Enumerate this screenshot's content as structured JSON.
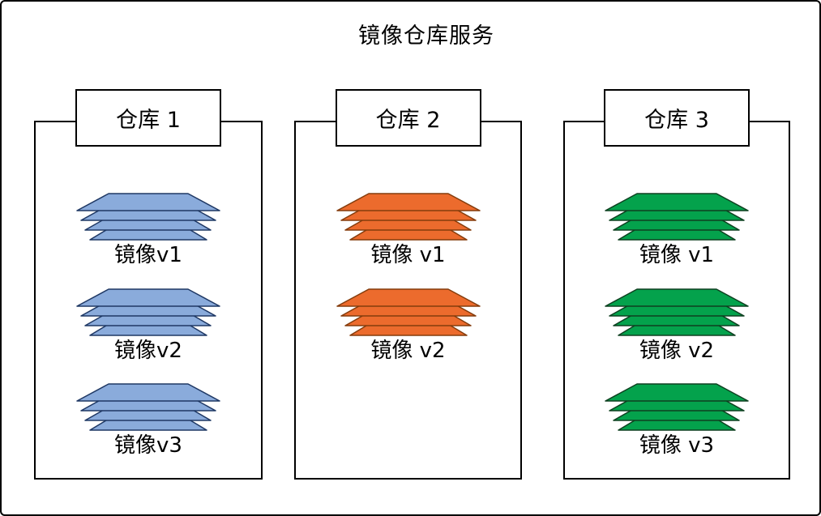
{
  "title": "镜像仓库服务",
  "warehouses": [
    {
      "label": "仓库 1",
      "colors": {
        "fill": "#8AABDB",
        "stroke": "#1F3864"
      },
      "stacks": [
        {
          "label": "镜像v1",
          "icon": "layered-stack-icon",
          "layers": 4
        },
        {
          "label": "镜像v2",
          "icon": "layered-stack-icon",
          "layers": 4
        },
        {
          "label": "镜像v3",
          "icon": "layered-stack-icon",
          "layers": 4
        }
      ]
    },
    {
      "label": "仓库 2",
      "colors": {
        "fill": "#EC6B2D",
        "stroke": "#843C0C"
      },
      "stacks": [
        {
          "label": "镜像 v1",
          "icon": "layered-stack-icon",
          "layers": 4
        },
        {
          "label": "镜像 v2",
          "icon": "layered-stack-icon",
          "layers": 4
        }
      ]
    },
    {
      "label": "仓库 3",
      "colors": {
        "fill": "#04A24C",
        "stroke": "#0E4020"
      },
      "stacks": [
        {
          "label": "镜像 v1",
          "icon": "layered-stack-icon",
          "layers": 4
        },
        {
          "label": "镜像 v2",
          "icon": "layered-stack-icon",
          "layers": 4
        },
        {
          "label": "镜像 v3",
          "icon": "layered-stack-icon",
          "layers": 4
        }
      ]
    }
  ]
}
